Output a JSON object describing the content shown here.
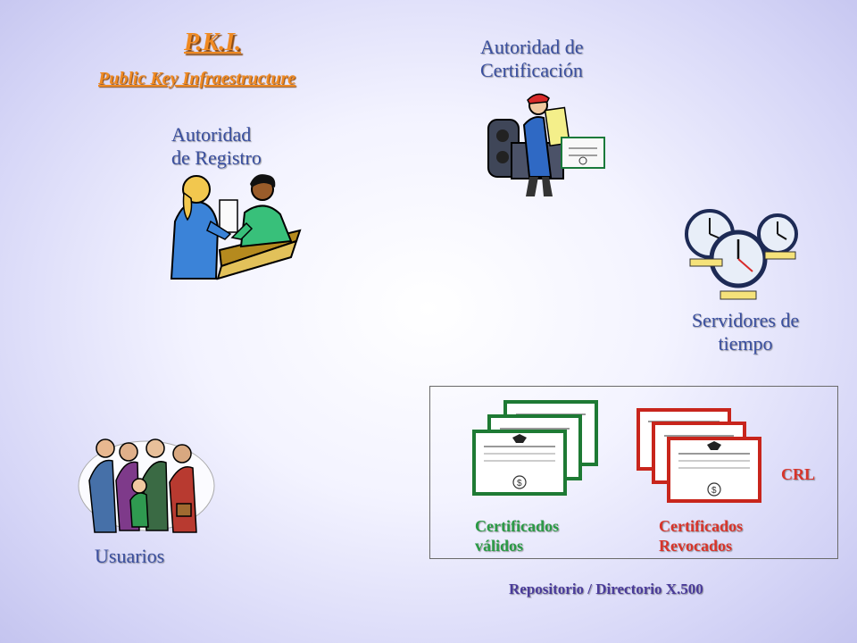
{
  "title": "P.K.I.",
  "subtitle": "Public Key Infraestructure",
  "registration_authority": {
    "line1": "Autoridad",
    "line2": "de Registro"
  },
  "certification_authority": {
    "line1": "Autoridad de",
    "line2": "Certificación"
  },
  "time_servers": {
    "line1": "Servidores de",
    "line2": "tiempo"
  },
  "users": {
    "label": "Usuarios"
  },
  "valid_certificates": {
    "line1": "Certificados",
    "line2": "válidos"
  },
  "revoked_certificates": {
    "line1": "Certificados",
    "line2": "Revocados"
  },
  "crl": {
    "label": "CRL"
  },
  "repository": {
    "label": "Repositorio / Directorio X.500"
  },
  "colors": {
    "title": "#f08a22",
    "labels": "#3a4f9f",
    "valid": "#2a9a45",
    "revoked": "#d8342a",
    "repository": "#4a3b9a"
  }
}
